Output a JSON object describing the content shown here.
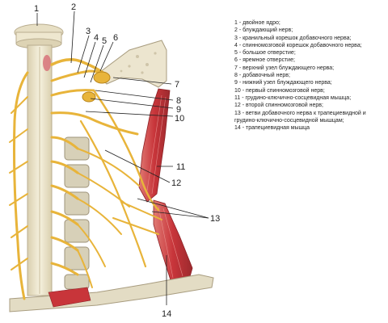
{
  "diagram": {
    "colors": {
      "nerve": "#e8b43a",
      "nerve_dark": "#b9861d",
      "muscle": "#c8353a",
      "muscle_light": "#e07a74",
      "bone": "#e9e3cf",
      "bone_dark": "#b9ad8f",
      "cord": "#f1ebd3"
    },
    "callouts": [
      {
        "id": "1",
        "label": "1"
      },
      {
        "id": "2",
        "label": "2"
      },
      {
        "id": "3",
        "label": "3"
      },
      {
        "id": "4",
        "label": "4"
      },
      {
        "id": "5",
        "label": "5"
      },
      {
        "id": "6",
        "label": "6"
      },
      {
        "id": "7",
        "label": "7"
      },
      {
        "id": "8",
        "label": "8"
      },
      {
        "id": "9",
        "label": "9"
      },
      {
        "id": "10",
        "label": "10"
      },
      {
        "id": "11",
        "label": "11"
      },
      {
        "id": "12",
        "label": "12"
      },
      {
        "id": "13",
        "label": "13"
      },
      {
        "id": "14",
        "label": "14"
      }
    ],
    "legend": [
      "1 - двойное ядро;",
      "2 - блуждающий нерв;",
      "3 - кранильный корешок добавочного нерва;",
      "4 - спинномозговой корешок добавочного нерва;",
      "5 - большое отверстие;",
      "6 - яремное отверстие;",
      "7 - верхний узел блуждающего нерва;",
      "8 - добавочный нерв;",
      "9 - нижний узел блуждающего нерва;",
      "10 - первый спинномозговой нерв;",
      "11 - грудино-ключично-сосцевидная мышца;",
      "12 - второй спинномозговой нерв;",
      "13 - ветви добавочного нерва к трапециевидной и грудино-ключично-сосцевидной мышцам;",
      "14 - трапециевидная мышца"
    ]
  }
}
